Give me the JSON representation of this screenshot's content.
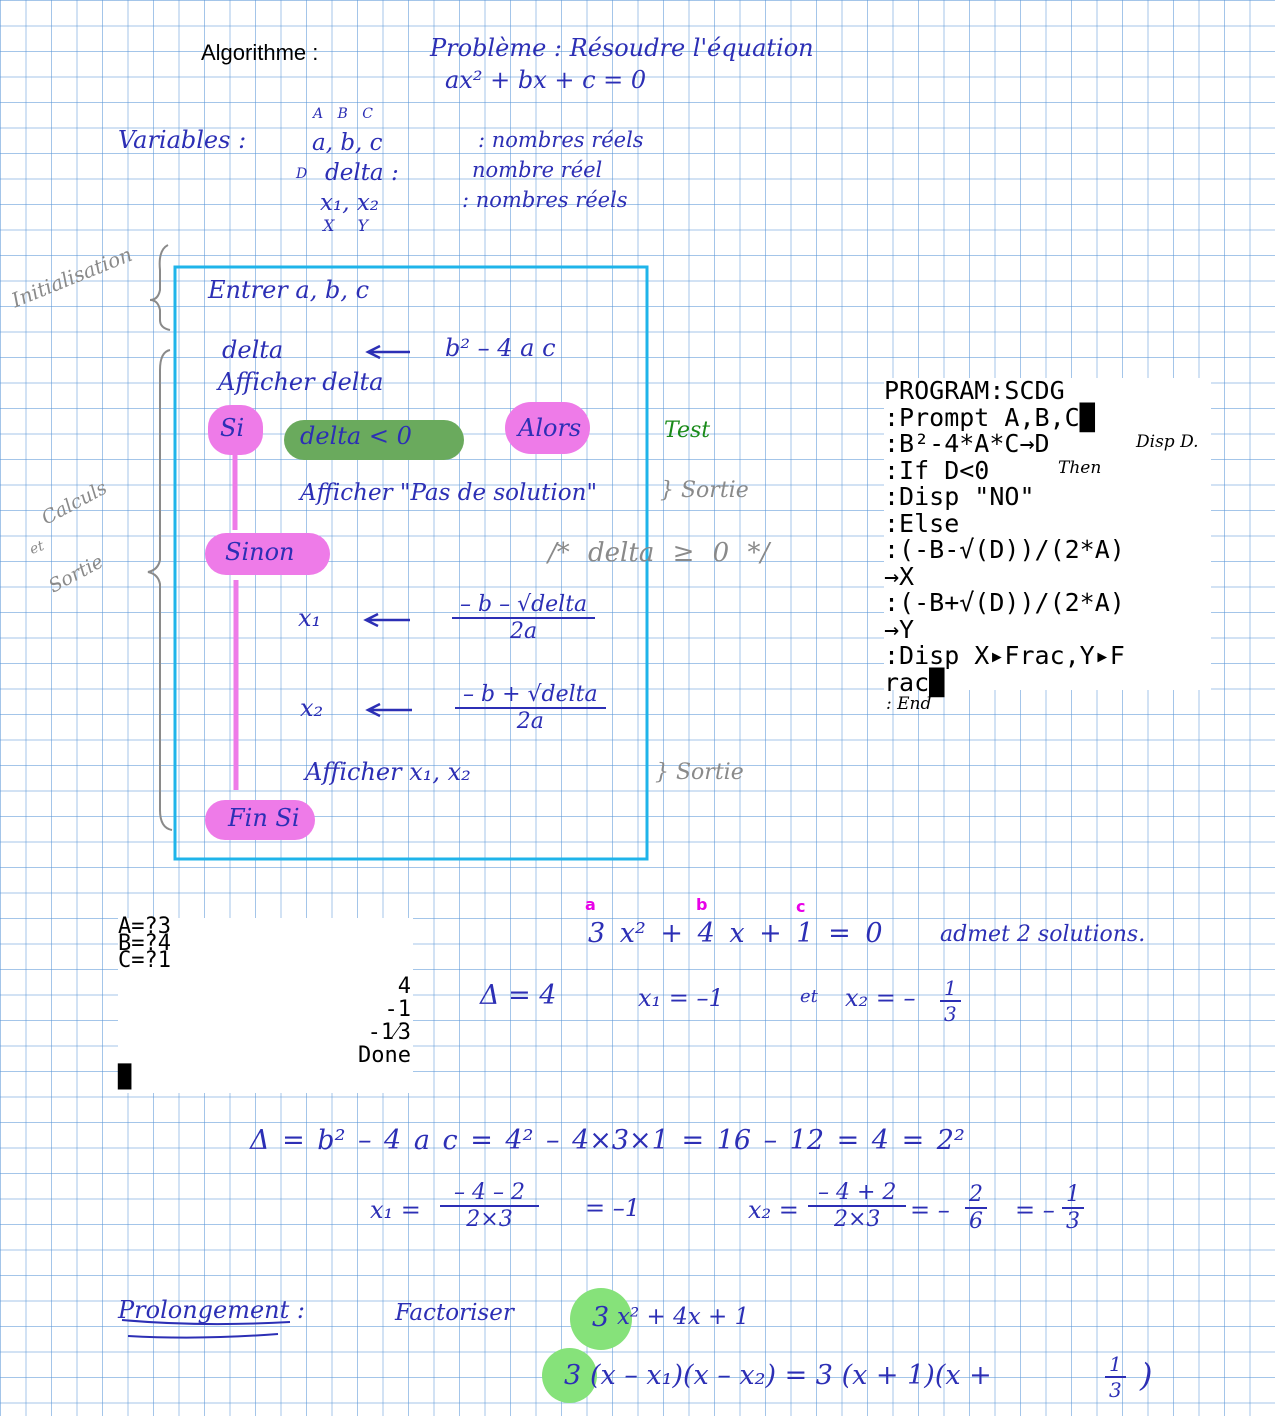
{
  "header": {
    "title": "Algorithme :",
    "probleme_line1": "Problème : Résoudre l'équation",
    "probleme_line2": "ax² + bx + c = 0"
  },
  "variables": {
    "label": "Variables :",
    "letters_abc": "A  B  C",
    "row1": "a, b, c",
    "row1_type": ": nombres réels",
    "row2_mark": "D",
    "row2": "delta :",
    "row2_type": "nombre réel",
    "row3": "x₁, x₂",
    "row3_type": ": nombres réels",
    "row3_letters": "X  Y"
  },
  "margin_labels": {
    "initialisation": "Initialisation",
    "calculs": "Calculs",
    "et": "et",
    "sortie": "Sortie",
    "test": "Test",
    "sortie1": "} Sortie",
    "sortie2": "} Sortie"
  },
  "algo": {
    "entrer": "Entrer  a, b, c",
    "delta_left": "delta",
    "delta_right": "b² – 4 a c",
    "afficher_delta": "Afficher delta",
    "si": "Si",
    "condition": "delta < 0",
    "alors": "Alors",
    "afficher_pas": "Afficher \"Pas de solution\"",
    "sinon": "Sinon",
    "comment": "/* delta ≥ 0 */",
    "x1_label": "x₁",
    "x1_num": "– b – √delta",
    "x1_den": "2a",
    "x2_label": "x₂",
    "x2_num": "– b + √delta",
    "x2_den": "2a",
    "afficher_x": "Afficher x₁, x₂",
    "fin_si": "Fin Si"
  },
  "calculator_program": {
    "lines": [
      "PROGRAM:SCDG",
      ":Prompt A,B,C█",
      ":B²-4*A*C→D",
      ":If D<0",
      ":Disp \"NO\"",
      ":Else",
      ":(-B-√(D))/(2*A)",
      "→X",
      ":(-B+√(D))/(2*A)",
      "→Y",
      ":Disp X▸Frac,Y▸F",
      "rac█"
    ],
    "note_disp": "Disp D.",
    "note_then": "Then",
    "end_line": ": End"
  },
  "calculator_output": {
    "prompts": [
      "A=?3",
      "B=?4",
      "C=?1"
    ],
    "results": [
      "4",
      "-1",
      "-1⁄3",
      "Done"
    ],
    "cursor": "█"
  },
  "example": {
    "label_a": "a",
    "label_b": "b",
    "label_c": "c",
    "equation": "3 x² + 4 x + 1 = 0",
    "statement": "admet 2 solutions.",
    "delta": "Δ = 4",
    "x1": "x₁ = –1",
    "et": "et",
    "x2": "x₂ = –",
    "x2_num": "1",
    "x2_den": "3"
  },
  "work": {
    "delta_line": "Δ = b² – 4 a c = 4² – 4×3×1 = 16 – 12 = 4 = 2²",
    "x1_label": "x₁ =",
    "x1_num": "– 4 – 2",
    "x1_den": "2×3",
    "x1_result": "= –1",
    "x2_label": "x₂ =",
    "x2_num": "– 4 + 2",
    "x2_den": "2×3",
    "x2_eq1": "= –",
    "x2_mid_num": "2",
    "x2_mid_den": "6",
    "x2_eq2": "= –",
    "x2_res_num": "1",
    "x2_res_den": "3"
  },
  "prolongement": {
    "label": "Prolongement :",
    "factoriser": "Factoriser",
    "coef": "3",
    "poly_rest": "x² + 4x + 1",
    "coef2": "3",
    "factored": "(x – x₁)(x – x₂) = 3 (x + 1)(x +",
    "frac_num": "1",
    "frac_den": "3",
    "close": ")"
  }
}
